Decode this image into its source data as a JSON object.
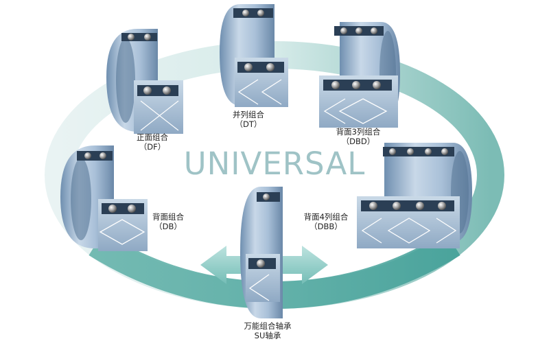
{
  "center_title": "UNIVERSAL",
  "labels": {
    "df": {
      "name": "正面组合",
      "code": "（DF）"
    },
    "dt": {
      "name": "并列组合",
      "code": "（DT）"
    },
    "dbd": {
      "name": "背面3列组合",
      "code": "（DBD）"
    },
    "db": {
      "name": "背面组合",
      "code": "（DB）"
    },
    "dbb": {
      "name": "背面4列组合",
      "code": "（DBB）"
    },
    "su": {
      "name": "万能组合轴承",
      "code": "SU轴承"
    }
  },
  "colors": {
    "ring_gradient_start": "#e9f3f3",
    "ring_gradient_end": "#7cbcb5",
    "bearing_steel": "#9fb9d3",
    "arrow": "#8fcfca"
  }
}
